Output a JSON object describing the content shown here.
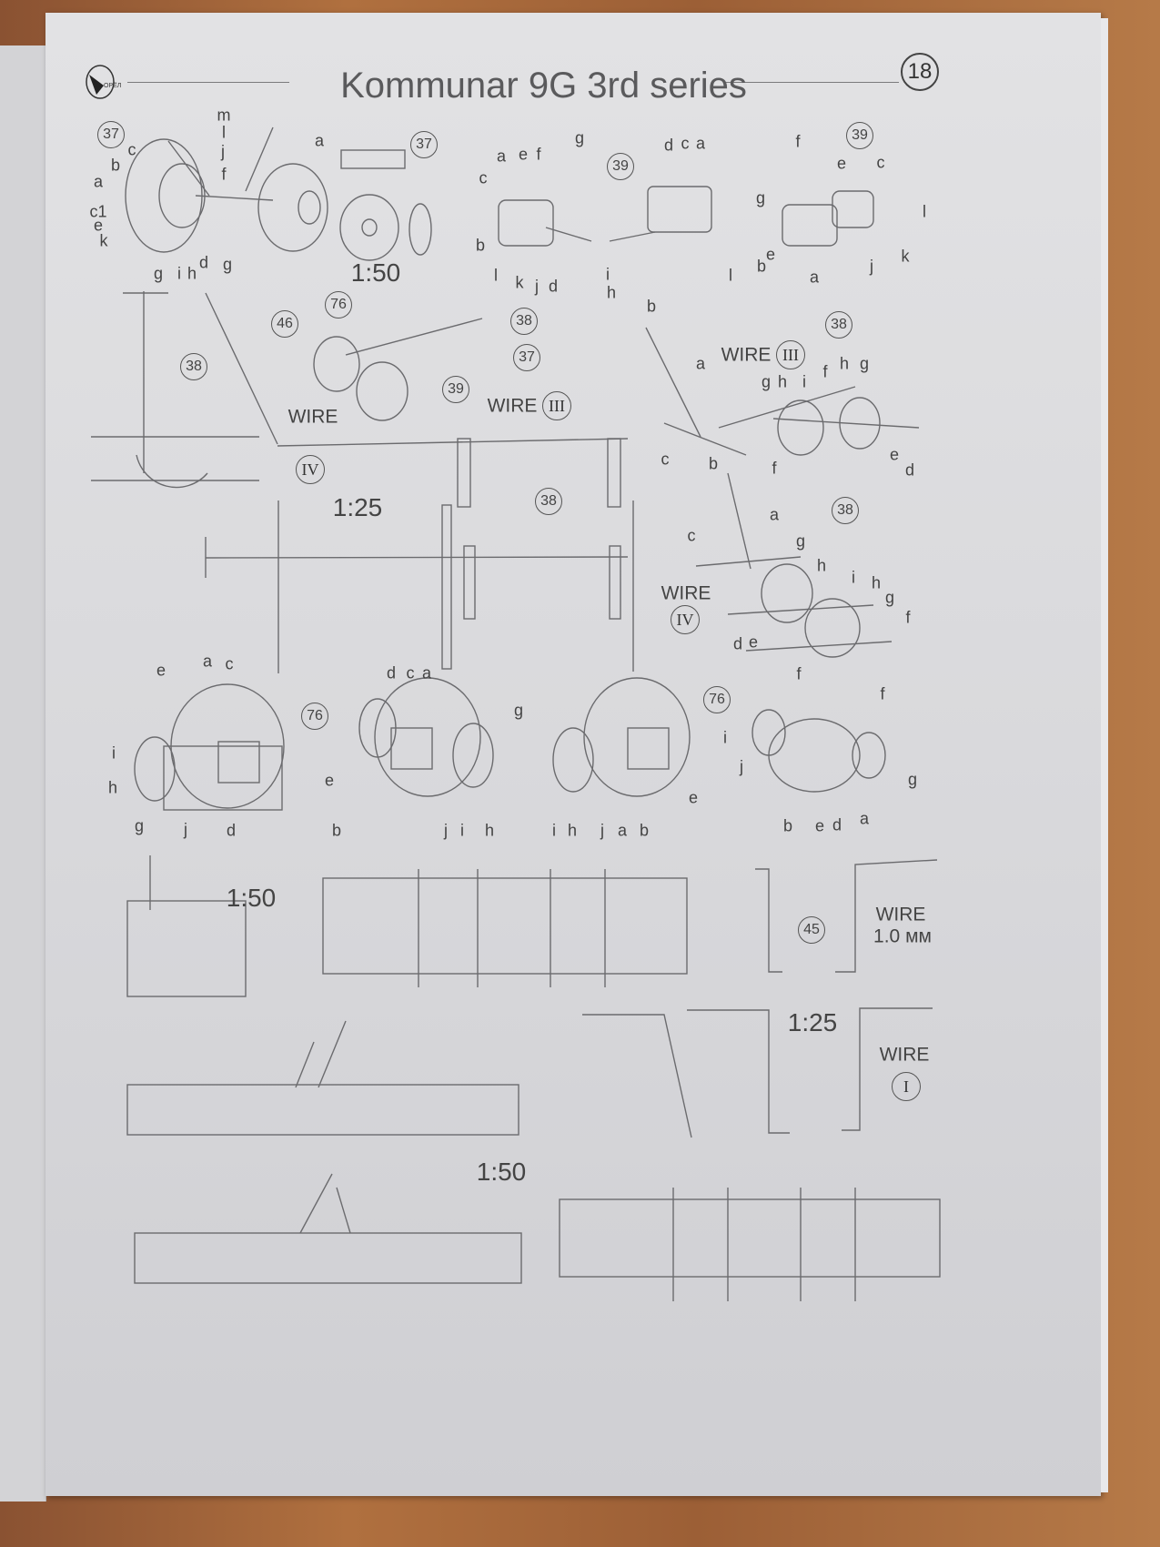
{
  "header": {
    "title": "Kommunar 9G 3rd series",
    "page_number": "18",
    "logo_text": "ОРЁЛ"
  },
  "callouts": [
    "37",
    "37",
    "39",
    "39",
    "46",
    "76",
    "38",
    "37",
    "39",
    "38",
    "38",
    "38",
    "38",
    "76",
    "76",
    "45"
  ],
  "scales": [
    "1:50",
    "1:25",
    "1:50",
    "1:25",
    "1:50"
  ],
  "wire_labels": {
    "w1": {
      "label": "WIRE",
      "gauge": "IV"
    },
    "w2": {
      "label": "WIRE",
      "gauge": "III"
    },
    "w3": {
      "label": "WIRE",
      "gauge": "III"
    },
    "w4": {
      "label": "WIRE",
      "gauge": "IV"
    },
    "w5": {
      "label": "WIRE",
      "size": "1.0 мм"
    },
    "w6": {
      "label": "WIRE",
      "gauge": "I"
    }
  },
  "letters": [
    "m",
    "l",
    "a",
    "c",
    "j",
    "b",
    "f",
    "a",
    "c1",
    "e",
    "k",
    "g",
    "i",
    "h",
    "d",
    "g",
    "g",
    "a",
    "e",
    "f",
    "c",
    "b",
    "l",
    "k",
    "j",
    "d",
    "i",
    "h",
    "d",
    "c",
    "a",
    "f",
    "e",
    "c",
    "g",
    "l",
    "e",
    "b",
    "l",
    "j",
    "k",
    "a",
    "b",
    "a",
    "f",
    "h",
    "g",
    "g",
    "h",
    "i",
    "c",
    "f",
    "e",
    "d",
    "b",
    "a",
    "c",
    "g",
    "h",
    "i",
    "h",
    "g",
    "f",
    "d",
    "e",
    "e",
    "a",
    "c",
    "i",
    "h",
    "g",
    "j",
    "d",
    "e",
    "b",
    "d",
    "c",
    "a",
    "g",
    "j",
    "i",
    "h",
    "i",
    "h",
    "j",
    "a",
    "b",
    "e",
    "f",
    "f",
    "i",
    "j",
    "g",
    "b",
    "e",
    "d",
    "a"
  ]
}
